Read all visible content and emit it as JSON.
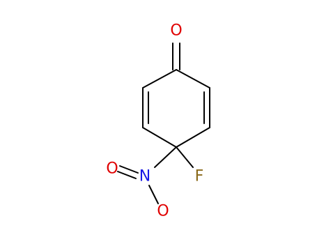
{
  "molecule": {
    "atoms": [
      {
        "id": "O1",
        "symbol": "O",
        "color": "#e00000"
      },
      {
        "id": "C1",
        "symbol": "C"
      },
      {
        "id": "C2",
        "symbol": "C"
      },
      {
        "id": "C3",
        "symbol": "C"
      },
      {
        "id": "C4",
        "symbol": "C"
      },
      {
        "id": "C5",
        "symbol": "C"
      },
      {
        "id": "C6",
        "symbol": "C"
      },
      {
        "id": "F1",
        "symbol": "F",
        "color": "#8a6a1a"
      },
      {
        "id": "N1",
        "symbol": "N",
        "color": "#1a1ae6"
      },
      {
        "id": "O2",
        "symbol": "O",
        "color": "#e00000"
      },
      {
        "id": "O3",
        "symbol": "O",
        "color": "#e00000"
      }
    ],
    "bonds": [
      {
        "from": "C1",
        "to": "O1",
        "order": 2
      },
      {
        "from": "C1",
        "to": "C2",
        "order": 1
      },
      {
        "from": "C2",
        "to": "C3",
        "order": 2
      },
      {
        "from": "C3",
        "to": "C4",
        "order": 1
      },
      {
        "from": "C4",
        "to": "C5",
        "order": 1
      },
      {
        "from": "C5",
        "to": "C6",
        "order": 2
      },
      {
        "from": "C6",
        "to": "C1",
        "order": 1
      },
      {
        "from": "C4",
        "to": "F1",
        "order": 1
      },
      {
        "from": "C4",
        "to": "N1",
        "order": 1
      },
      {
        "from": "N1",
        "to": "O2",
        "order": 2
      },
      {
        "from": "N1",
        "to": "O3",
        "order": 1
      }
    ]
  }
}
